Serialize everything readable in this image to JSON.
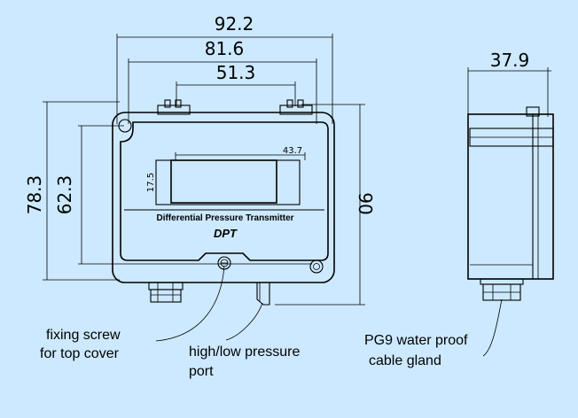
{
  "dimensions": {
    "overall_width": "92.2",
    "inner_width": "81.6",
    "hole_spacing": "51.3",
    "display_width": "43.7",
    "display_height": "17.5",
    "overall_height": "78.3",
    "hole_height": "62.3",
    "total_height": "90",
    "depth": "37.9"
  },
  "front_panel": {
    "title": "Differential Pressure Transmitter",
    "brand": "DPT"
  },
  "callouts": {
    "fixing_screw_line1": "fixing screw",
    "fixing_screw_line2": "for top cover",
    "pressure_port_line1": "high/low pressure",
    "pressure_port_line2": "port",
    "cable_gland_line1": "PG9 water proof",
    "cable_gland_line2": "cable gland"
  }
}
